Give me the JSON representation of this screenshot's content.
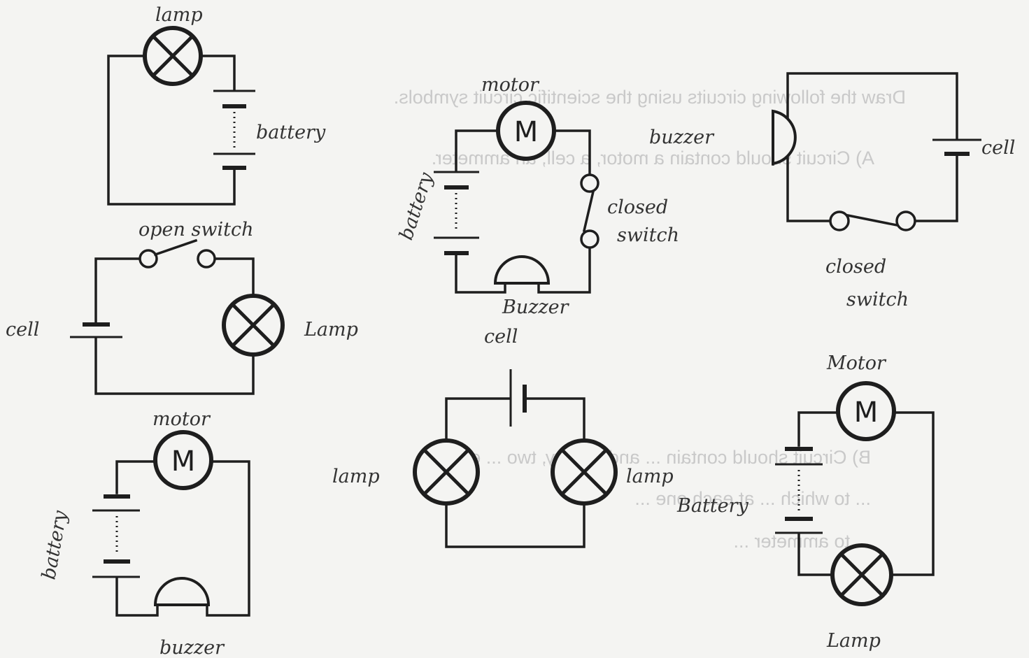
{
  "labels": {
    "c1_lamp": "lamp",
    "c1_battery": "battery",
    "c2_motor": "motor",
    "c2_battery": "battery",
    "c2_closed": "closed",
    "c2_switch": "switch",
    "c2_buzzer": "Buzzer",
    "c2_cell": "cell",
    "c3_buzzer": "buzzer",
    "c3_cell": "cell",
    "c3_closed": "closed",
    "c3_switch": "switch",
    "c4_open_switch": "open switch",
    "c4_cell": "cell",
    "c4_lamp": "Lamp",
    "c5_motor": "motor",
    "c5_battery": "battery",
    "c5_buzzer": "buzzer",
    "c6_lamp_left": "lamp",
    "c6_lamp_right": "lamp",
    "c6_battery": "Battery",
    "c7_motor": "Motor",
    "c7_lamp": "Lamp",
    "motor_symbol": "M"
  },
  "show_through": {
    "line1": "Draw the following circuits using the scientific circuit symbols.",
    "line2": "A) Circuit should contain a motor, a cell, an ammeter.",
    "line3": "B) Circuit should contain ... and battery, two ... each",
    "line4": "... to which ... at each one ...",
    "line5": "... to ammeter ..."
  }
}
